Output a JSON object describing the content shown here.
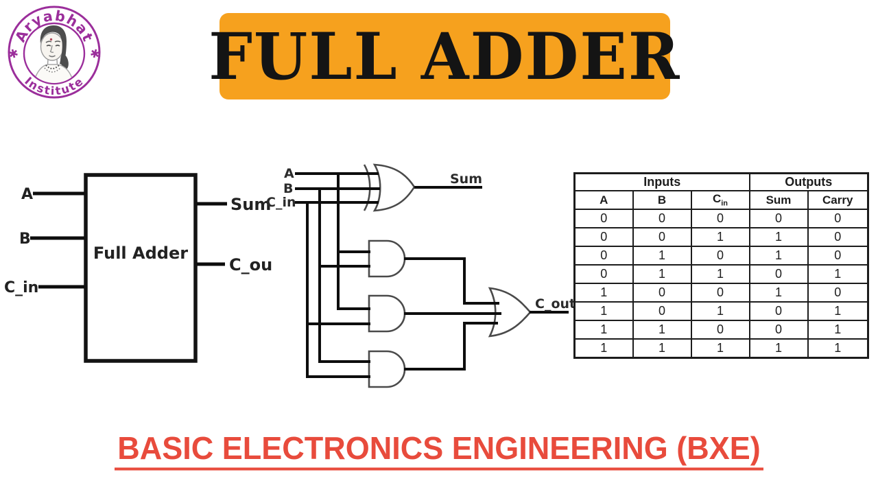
{
  "colors": {
    "banner_bg": "#F6A11E",
    "footer_red": "#E84B3C",
    "logo_purple": "#9B2E9B",
    "wire_black": "#0d0d0d",
    "gate_gray": "#4a4a4a"
  },
  "logo": {
    "top_text": "Aryabhat",
    "bottom_text": "Institute",
    "star_glyph": "✱"
  },
  "banner": {
    "title": "FULL ADDER"
  },
  "block_diagram": {
    "title": "Full Adder",
    "input_a": "A",
    "input_b": "B",
    "input_cin": "C_in",
    "output_sum": "Sum",
    "output_cout": "C_ou"
  },
  "gate_diagram": {
    "input_a": "A",
    "input_b": "B",
    "input_cin": "C_in",
    "sum_label": "Sum",
    "cout_label": "C_out"
  },
  "truth_table": {
    "group_headers": [
      {
        "label": "Inputs",
        "span": 3
      },
      {
        "label": "Outputs",
        "span": 2
      }
    ],
    "columns": [
      "A",
      "B",
      {
        "base": "C",
        "sub": "in"
      },
      "Sum",
      "Carry"
    ],
    "rows": [
      [
        0,
        0,
        0,
        0,
        0
      ],
      [
        0,
        0,
        1,
        1,
        0
      ],
      [
        0,
        1,
        0,
        1,
        0
      ],
      [
        0,
        1,
        1,
        0,
        1
      ],
      [
        1,
        0,
        0,
        1,
        0
      ],
      [
        1,
        0,
        1,
        0,
        1
      ],
      [
        1,
        1,
        0,
        0,
        1
      ],
      [
        1,
        1,
        1,
        1,
        1
      ]
    ]
  },
  "footer": {
    "title": "BASIC ELECTRONICS ENGINEERING (BXE)"
  }
}
